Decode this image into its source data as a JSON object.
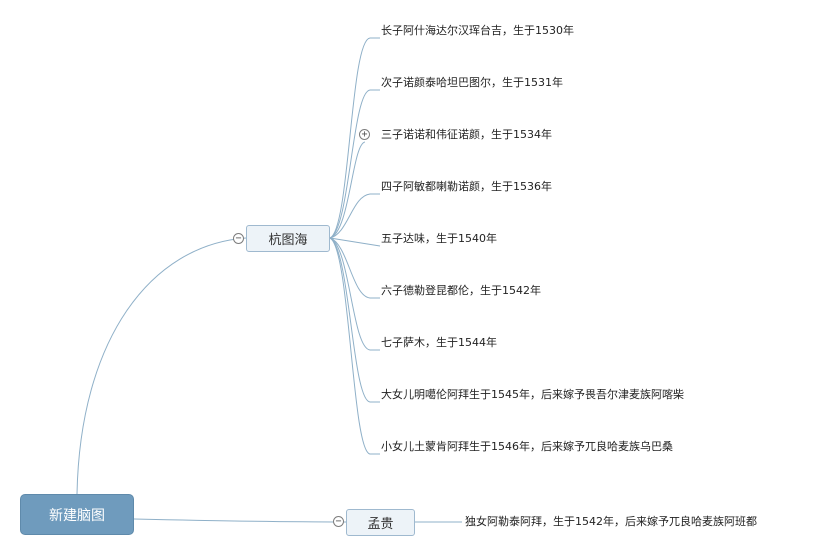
{
  "root": {
    "label": "新建脑图"
  },
  "branches": [
    {
      "label": "杭图海",
      "toggle": "−",
      "children": [
        {
          "label": "长子阿什海达尔汉珲台吉，生于1530年"
        },
        {
          "label": "次子诺颜泰哈坦巴图尔，生于1531年"
        },
        {
          "label": "三子诺诺和伟征诺颜，生于1534年",
          "toggle": "+"
        },
        {
          "label": "四子阿敏都喇勒诺颜，生于1536年"
        },
        {
          "label": "五子达味，生于1540年"
        },
        {
          "label": "六子德勒登昆都伦，生于1542年"
        },
        {
          "label": "七子萨木，生于1544年"
        },
        {
          "label": "大女儿明噶伦阿拜生于1545年，后来嫁予畏吾尔津麦族阿喀柴"
        },
        {
          "label": "小女儿土蒙肯阿拜生于1546年，后来嫁予兀良哈麦族乌巴桑"
        }
      ]
    },
    {
      "label": "孟贵",
      "toggle": "−",
      "children": [
        {
          "label": "独女阿勒泰阿拜，生于1542年，后来嫁予兀良哈麦族阿班都"
        }
      ]
    }
  ],
  "colors": {
    "root_fill": "#6f9bbd",
    "branch_fill": "#edf3f8",
    "branch_border": "#9fb9cf",
    "connector": "#8fb0c8"
  }
}
